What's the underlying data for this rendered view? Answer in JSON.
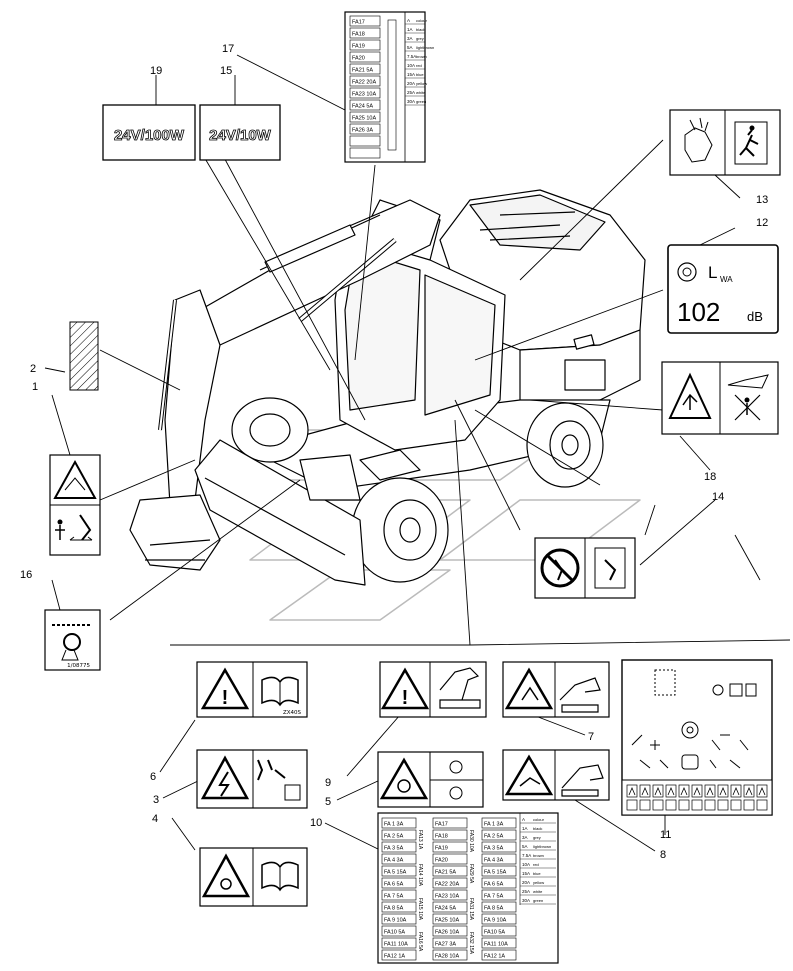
{
  "callouts": [
    {
      "id": "c1",
      "text": "1"
    },
    {
      "id": "c2",
      "text": "2"
    },
    {
      "id": "c3",
      "text": "3"
    },
    {
      "id": "c4",
      "text": "4"
    },
    {
      "id": "c5",
      "text": "5"
    },
    {
      "id": "c6",
      "text": "6"
    },
    {
      "id": "c7",
      "text": "7"
    },
    {
      "id": "c8",
      "text": "8"
    },
    {
      "id": "c9",
      "text": "9"
    },
    {
      "id": "c10",
      "text": "10"
    },
    {
      "id": "c11",
      "text": "11"
    },
    {
      "id": "c12",
      "text": "12"
    },
    {
      "id": "c13",
      "text": "13"
    },
    {
      "id": "c14",
      "text": "14"
    },
    {
      "id": "c15",
      "text": "15"
    },
    {
      "id": "c16",
      "text": "16"
    },
    {
      "id": "c17",
      "text": "17"
    },
    {
      "id": "c18",
      "text": "18"
    },
    {
      "id": "c19",
      "text": "19"
    }
  ],
  "decals": {
    "lamp_100w": "24V/100W",
    "lamp_10w": "24V/10W",
    "noise_lwa": "L",
    "noise_lwa_sub": "WA",
    "noise_value": "102",
    "noise_unit": "dB",
    "code_16": "1/08775",
    "code_6": "ZX40S"
  },
  "fuse_top": {
    "fuses": [
      "FA17",
      "FA18",
      "FA19",
      "FA20",
      "FA21 5A",
      "FA22 20A",
      "FA23 10A",
      "FA24 5A",
      "FA25 10A",
      "FA26 3A"
    ],
    "amps": [
      "A",
      "1A",
      "3A",
      "5A",
      "7.5A",
      "10A",
      "15A",
      "20A",
      "25A",
      "30A"
    ],
    "colors": [
      "colour",
      "black",
      "grey",
      "lightbrown",
      "brown",
      "red",
      "blue",
      "yellow",
      "white",
      "green"
    ]
  },
  "fuse_bottom": {
    "col1": [
      "FA 1 3A",
      "FA 2 5A",
      "FA 3 5A",
      "FA 4 3A",
      "FA 5 15A",
      "FA 6 5A",
      "FA 7 5A",
      "FA 8 5A",
      "FA 9 10A",
      "FA10 5A",
      "FA11 10A",
      "FA12 1A"
    ],
    "col2": [
      "FA17",
      "FA18",
      "FA19",
      "FA20",
      "FA21 5A",
      "FA22 20A",
      "FA23 10A",
      "FA24 5A",
      "FA25 10A",
      "FA26 10A",
      "FA27 3A",
      "FA28 10A"
    ],
    "col3": [
      "FA 1 3A",
      "FA 2 5A",
      "FA 3 5A",
      "FA 4 3A",
      "FA 5 15A",
      "FA 6 5A",
      "FA 7 5A",
      "FA 8 5A",
      "FA 9 10A",
      "FA10 5A",
      "FA11 10A",
      "FA12 1A"
    ],
    "amps": [
      "A",
      "1A",
      "3A",
      "5A",
      "7.5A",
      "10A",
      "15A",
      "20A",
      "25A",
      "30A"
    ],
    "colors": [
      "colour",
      "black",
      "grey",
      "lightbrown",
      "brown",
      "red",
      "blue",
      "yellow",
      "white",
      "green"
    ],
    "side": [
      "FA13 1A",
      "FA14 10A",
      "FA15 10A",
      "FA16 5A",
      "FA30 10A",
      "FA29 5A",
      "FA31 15A",
      "FA32 15A"
    ]
  }
}
